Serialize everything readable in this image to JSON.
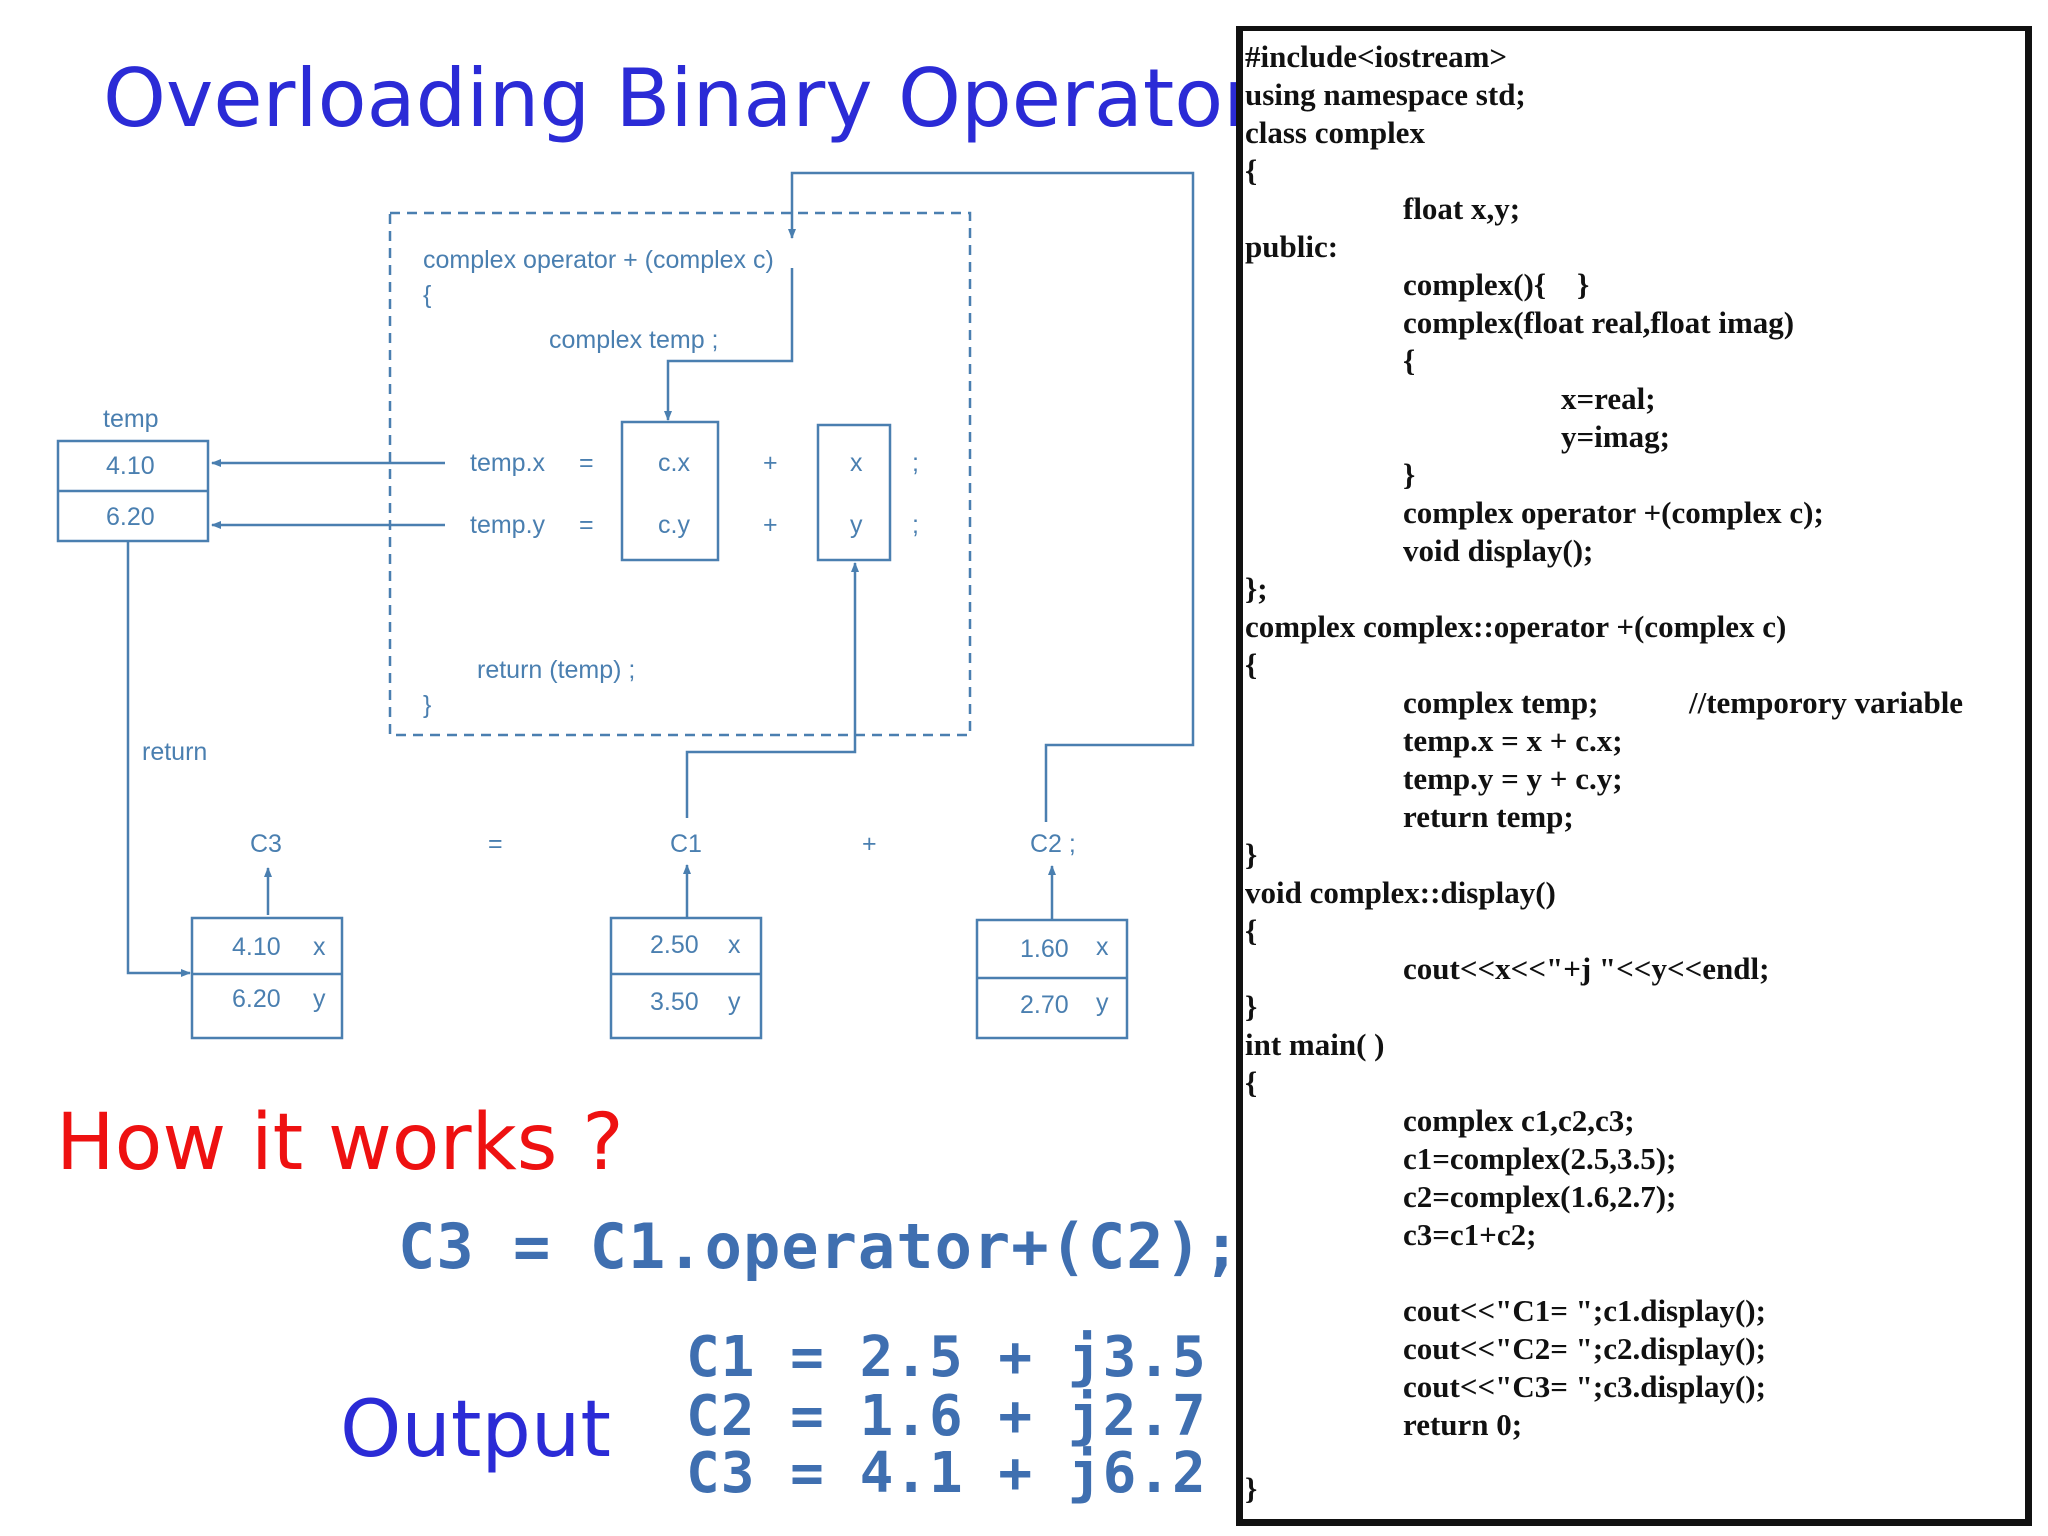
{
  "title": "Overloading Binary Operator",
  "diagram": {
    "func_sig": "complex operator  +  (complex c)",
    "open_brace": "{",
    "temp_decl": "complex temp ;",
    "row_x": {
      "lhs": "temp.x",
      "eq": "=",
      "a": "c.x",
      "op": "+",
      "b": "x",
      "end": ";"
    },
    "row_y": {
      "lhs": "temp.y",
      "eq": "=",
      "a": "c.y",
      "op": "+",
      "b": "y",
      "end": ";"
    },
    "return_stmt": "return (temp) ;",
    "close_brace": "}",
    "temp_label": "temp",
    "temp_x": "4.10",
    "temp_y": "6.20",
    "return_label": "return",
    "c3": {
      "label": "C3",
      "x": "4.10",
      "y": "6.20"
    },
    "eq_sign": "=",
    "c1": {
      "label": "C1",
      "x": "2.50",
      "y": "3.50"
    },
    "plus_sign": "+",
    "c2": {
      "label": "C2 ;",
      "x": "1.60",
      "y": "2.70"
    },
    "x_tag": "x",
    "y_tag": "y"
  },
  "how_it_works": "How it works ?",
  "expression": "C3 = C1.operator+(C2);",
  "output_label": "Output",
  "output_lines": [
    "C1 = 2.5 + j3.5",
    "C2 = 1.6 + j2.7",
    "C3 = 4.1 + j6.2"
  ],
  "code_lines": [
    "#include<iostream>",
    "using namespace std;",
    "class complex",
    "{",
    "float x,y;",
    "public:",
    "complex(){    }",
    "complex(float real,float imag)",
    "{",
    "x=real;",
    "y=imag;",
    "}",
    "complex operator +(complex c);",
    "void display();",
    "};",
    "complex complex::operator +(complex c)",
    "{",
    "complex temp;",
    "//temporory variable",
    "temp.x = x + c.x;",
    "temp.y = y + c.y;",
    "return temp;",
    "}",
    "void complex::display()",
    "{",
    "cout<<x<<\"+j \"<<y<<endl;",
    "}",
    "int main( )",
    "{",
    "complex c1,c2,c3;",
    "c1=complex(2.5,3.5);",
    "c2=complex(1.6,2.7);",
    "c3=c1+c2;",
    "cout<<\"C1= \";c1.display();",
    "cout<<\"C2= \";c2.display();",
    "cout<<\"C3= \";c3.display();",
    "return 0;",
    "}"
  ],
  "colors": {
    "title": "#2b2bd6",
    "how": "#ee1111",
    "diagram": "#4a7fb0",
    "output": "#3f6fb0"
  }
}
